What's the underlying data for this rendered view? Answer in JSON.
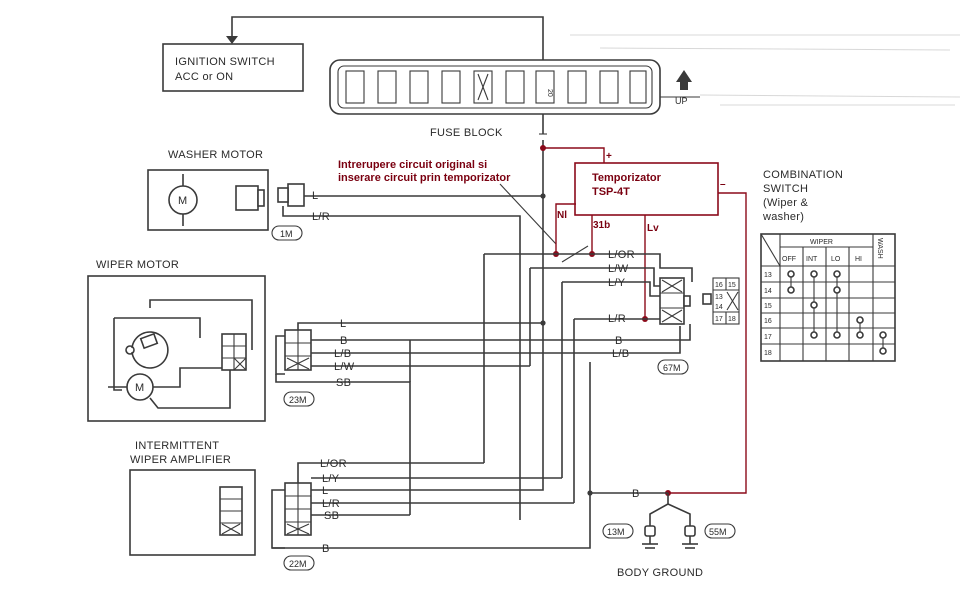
{
  "components": {
    "ignition_switch": {
      "title": "IGNITION SWITCH",
      "subtitle": "ACC or ON"
    },
    "fuse_block": {
      "label": "FUSE BLOCK",
      "fuse_rating": "20",
      "up_label": "UP"
    },
    "washer_motor": {
      "label": "WASHER MOTOR",
      "motor_symbol": "M",
      "connector_id": "1M"
    },
    "wiper_motor": {
      "label": "WIPER MOTOR",
      "motor_symbol": "M",
      "connector_id": "23M"
    },
    "intermittent_amp": {
      "label_line1": "INTERMITTENT",
      "label_line2": "WIPER AMPLIFIER",
      "connector_id": "22M"
    },
    "combination_switch": {
      "label_line1": "COMBINATION",
      "label_line2": "SWITCH",
      "label_line3": "(Wiper &",
      "label_line4": "washer)",
      "connector_id": "67M",
      "connector_pins": [
        "16",
        "15",
        "13",
        "14",
        "17",
        "18"
      ],
      "table": {
        "group_header": "WIPER",
        "columns": [
          "OFF",
          "INT",
          "LO",
          "HI"
        ],
        "wash_header": "WASH",
        "rows": [
          "13",
          "14",
          "15",
          "16",
          "17",
          "18"
        ]
      }
    },
    "body_ground": {
      "label": "BODY GROUND",
      "points": [
        "13M",
        "55M"
      ]
    },
    "timer": {
      "title_line1": "Temporizator",
      "title_line2": "TSP-4T",
      "pin_plus": "+",
      "pin_minus": "–",
      "pin_nl": "Nl",
      "pin_31b": "31b",
      "pin_lv": "Lv"
    }
  },
  "annotation": {
    "line1": "Intrerupere circuit original si",
    "line2": "inserare circuit prin temporizator"
  },
  "wires": {
    "washer": [
      "L",
      "L/R"
    ],
    "switch_side": [
      "L/OR",
      "L/W",
      "L/Y",
      "L/R",
      "B",
      "L/B"
    ],
    "wiper_motor": [
      "L",
      "B",
      "L/B",
      "L/W",
      "SB"
    ],
    "amplifier": [
      "L/OR",
      "L/Y",
      "L",
      "L/R",
      "SB",
      "B"
    ],
    "ground": "B"
  },
  "colors": {
    "wire": "#3a3a3a",
    "added_wiring": "#8b0a1a",
    "paper": "#ffffff"
  }
}
